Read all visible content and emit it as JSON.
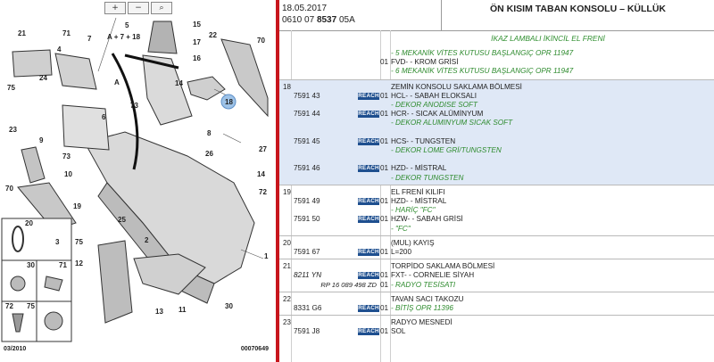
{
  "diagram": {
    "zoom_buttons": [
      "+",
      "−",
      "⌕"
    ],
    "footer_left": "03/2010",
    "footer_right": "00070649",
    "callouts": [
      "21",
      "71",
      "4",
      "5",
      "A + 7 + 18",
      "7",
      "15",
      "17",
      "16",
      "22",
      "70",
      "75",
      "24",
      "A",
      "14",
      "6",
      "73",
      "18",
      "23",
      "9",
      "10",
      "73",
      "8",
      "26",
      "27",
      "14",
      "70",
      "19",
      "72",
      "20",
      "3",
      "25",
      "75",
      "12",
      "2",
      "11",
      "13",
      "30",
      "1",
      "30",
      "71",
      "72",
      "75"
    ]
  },
  "header": {
    "date": "18.05.2017",
    "code_prefix": "0610 07",
    "code_main": "8537",
    "code_suffix": "05A",
    "title": "ÖN KISIM TABAN KONSOLU – KÜLLÜK"
  },
  "banner": "İKAZ LAMBALI İKİNCİL EL FRENİ",
  "rows": [
    {
      "num": "",
      "lines": [
        {
          "ref": "",
          "reach": "",
          "qty": "",
          "desc": "- 5 MEKANİK VİTES KUTUSU BAŞLANGIÇ OPR 11947",
          "style": "green"
        },
        {
          "ref": "",
          "reach": "",
          "qty": "01",
          "desc": "FVD- - KROM GRİSİ",
          "style": ""
        },
        {
          "ref": "",
          "reach": "",
          "qty": "",
          "desc": "- 6 MEKANİK VİTES KUTUSU BAŞLANGIÇ OPR 11947",
          "style": "green"
        }
      ]
    },
    {
      "num": "18",
      "selected": true,
      "lines": [
        {
          "ref": "",
          "reach": "",
          "qty": "",
          "desc": "ZEMİN KONSOLU SAKLAMA BÖLMESİ",
          "style": ""
        },
        {
          "ref": "7591 43",
          "reach": "REACH",
          "qty": "01",
          "desc": "HCL- - SABAH ELOKSALI",
          "style": ""
        },
        {
          "ref": "",
          "reach": "",
          "qty": "",
          "desc": "- DEKOR ANODISE SOFT",
          "style": "green"
        },
        {
          "ref": "7591 44",
          "reach": "REACH",
          "qty": "01",
          "desc": "HCR- - SICAK ALÜMİNYUM",
          "style": ""
        },
        {
          "ref": "",
          "reach": "",
          "qty": "",
          "desc": "- DEKOR ALUMINYUM SICAK SOFT",
          "style": "green"
        },
        {
          "ref": "",
          "reach": "",
          "qty": "",
          "desc": "",
          "style": ""
        },
        {
          "ref": "7591 45",
          "reach": "REACH",
          "qty": "01",
          "desc": "HCS- - TUNGSTEN",
          "style": ""
        },
        {
          "ref": "",
          "reach": "",
          "qty": "",
          "desc": "- DEKOR LOME GRİ/TUNGSTEN",
          "style": "green"
        },
        {
          "ref": "",
          "reach": "",
          "qty": "",
          "desc": "",
          "style": ""
        },
        {
          "ref": "7591 46",
          "reach": "REACH",
          "qty": "01",
          "desc": "HZD- - MİSTRAL",
          "style": ""
        },
        {
          "ref": "",
          "reach": "",
          "qty": "",
          "desc": "- DEKOR TUNGSTEN",
          "style": "green"
        }
      ]
    },
    {
      "num": "19",
      "lines": [
        {
          "ref": "",
          "reach": "",
          "qty": "",
          "desc": "EL FRENİ KILIFI",
          "style": ""
        },
        {
          "ref": "7591 49",
          "reach": "REACH",
          "qty": "01",
          "desc": "HZD- - MİSTRAL",
          "style": ""
        },
        {
          "ref": "",
          "reach": "",
          "qty": "",
          "desc": "- HARİÇ \"FC\"",
          "style": "green"
        },
        {
          "ref": "7591 50",
          "reach": "REACH",
          "qty": "01",
          "desc": "HZW- - SABAH GRİSİ",
          "style": ""
        },
        {
          "ref": "",
          "reach": "",
          "qty": "",
          "desc": "- \"FC\"",
          "style": "green"
        }
      ]
    },
    {
      "num": "20",
      "lines": [
        {
          "ref": "",
          "reach": "",
          "qty": "",
          "desc": "(MUL) KAYIŞ",
          "style": ""
        },
        {
          "ref": "7591 67",
          "reach": "REACH",
          "qty": "01",
          "desc": "L=200",
          "style": ""
        }
      ]
    },
    {
      "num": "21",
      "lines": [
        {
          "ref": "",
          "reach": "",
          "qty": "",
          "desc": "TORPİDO SAKLAMA BÖLMESİ",
          "style": ""
        },
        {
          "ref": "8211 YN",
          "reach": "REACH",
          "qty": "01",
          "desc": "FXT- - CORNELIE SİYAH",
          "style": "",
          "refstyle": "itl"
        },
        {
          "ref": "RP 16 089 498 ZD",
          "reach": "",
          "qty": "01",
          "desc": "- RADYO TESİSATI",
          "style": "green",
          "rp": true
        }
      ]
    },
    {
      "num": "22",
      "lines": [
        {
          "ref": "",
          "reach": "",
          "qty": "",
          "desc": "TAVAN SACI TAKOZU",
          "style": ""
        },
        {
          "ref": "8331 G6",
          "reach": "REACH",
          "qty": "01",
          "desc": "- BİTİŞ OPR 11396",
          "style": "green"
        }
      ]
    },
    {
      "num": "23",
      "lines": [
        {
          "ref": "",
          "reach": "",
          "qty": "",
          "desc": "RADYO MESNEDİ",
          "style": ""
        },
        {
          "ref": "7591 J8",
          "reach": "REACH",
          "qty": "01",
          "desc": "SOL",
          "style": ""
        }
      ]
    }
  ]
}
